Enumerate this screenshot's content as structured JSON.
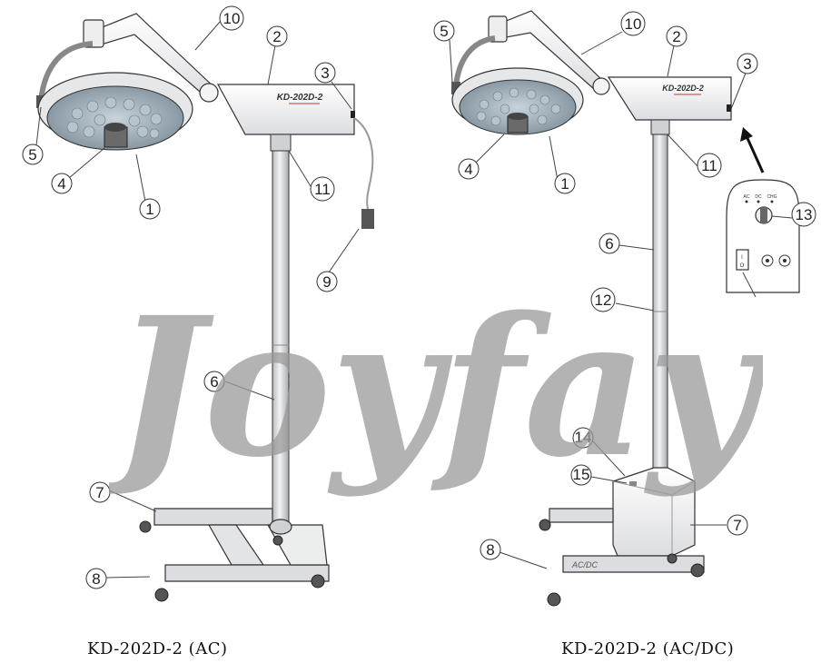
{
  "models": [
    {
      "caption": "KD-202D-2 (AC)",
      "label_plate": "KD-202D-2",
      "callouts": [
        "1",
        "2",
        "3",
        "4",
        "5",
        "6",
        "7",
        "8",
        "9",
        "10",
        "11"
      ]
    },
    {
      "caption": "KD-202D-2 (AC/DC)",
      "label_plate": "KD-202D-2",
      "base_label": "AC/DC",
      "callouts": [
        "1",
        "2",
        "3",
        "4",
        "5",
        "6",
        "7",
        "8",
        "10",
        "11",
        "12",
        "13",
        "14",
        "15"
      ],
      "panel": {
        "indicators": [
          "AC",
          "DC",
          "CHG"
        ],
        "switch_on": "I",
        "switch_off": "O"
      }
    }
  ],
  "watermark": "Joyfay",
  "colors": {
    "line": "#333333",
    "metal": "#d9dadc",
    "lamp_face": "#8a9aa6",
    "watermark": "#9a9a9a"
  }
}
